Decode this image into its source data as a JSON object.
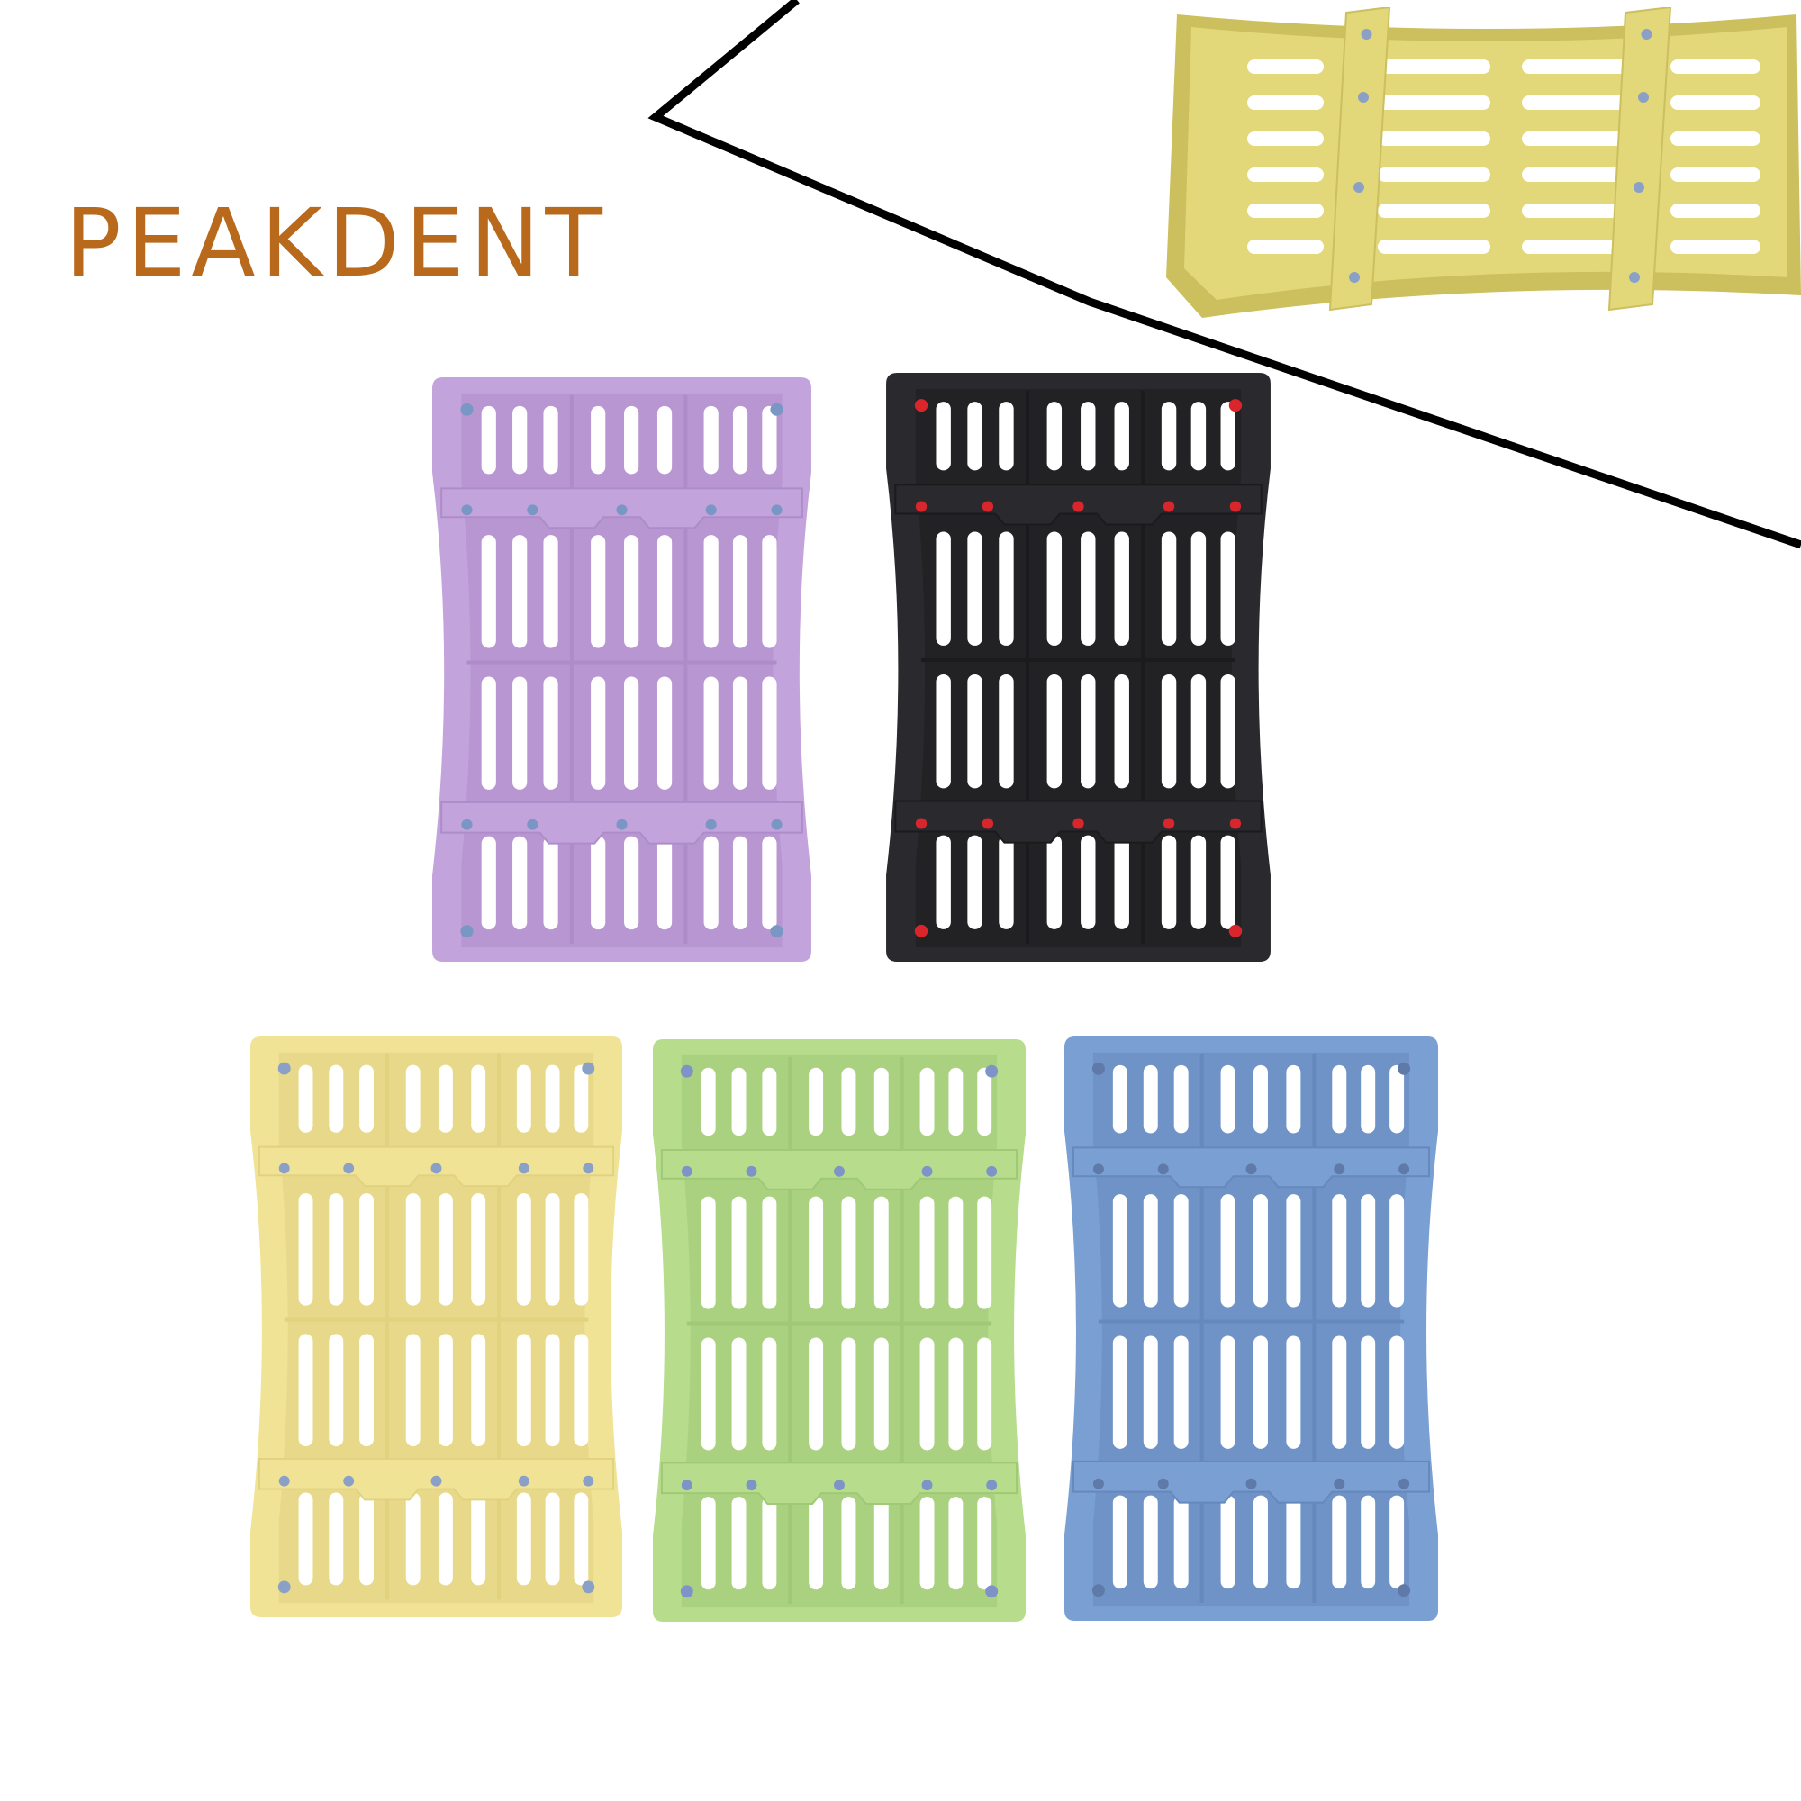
{
  "brand": {
    "name": "PEAKDENT",
    "color": "#b8691c"
  },
  "divider": {
    "color": "#000000"
  },
  "trays": [
    {
      "id": "tray-purple",
      "body": "#c3a3dc",
      "shade": "#ae8cc9",
      "pin": "#7a96c4"
    },
    {
      "id": "tray-black",
      "body": "#2a2a2e",
      "shade": "#1b1b1e",
      "pin": "#d8262c"
    },
    {
      "id": "tray-yellow",
      "body": "#f0e396",
      "shade": "#e0d27f",
      "pin": "#8aa0c6"
    },
    {
      "id": "tray-green",
      "body": "#b6dc8c",
      "shade": "#9fc976",
      "pin": "#7e93c8"
    },
    {
      "id": "tray-blue",
      "body": "#7a9fd2",
      "shade": "#6689bd",
      "pin": "#5f79a8"
    }
  ],
  "perspective_tray": {
    "body": "#e2d87a",
    "shade": "#cbbf5e",
    "pin": "#8aa0c6"
  }
}
